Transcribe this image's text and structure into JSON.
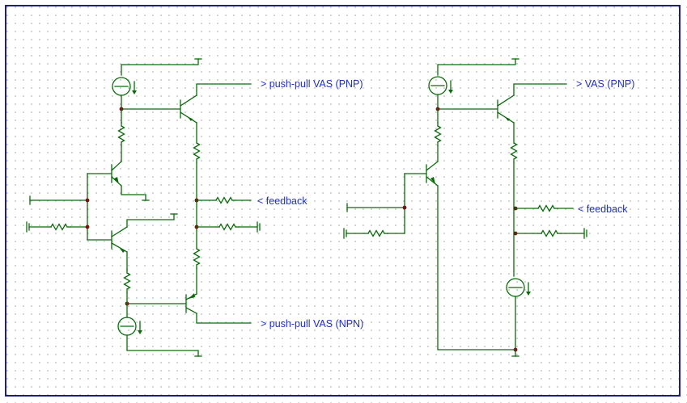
{
  "schematic": {
    "left": {
      "label_vas_pnp": "> push-pull VAS (PNP)",
      "label_feedback": "< feedback",
      "label_vas_npn": "> push-pull VAS (NPN)"
    },
    "right": {
      "label_vas_pnp": "> VAS (PNP)",
      "label_feedback": "< feedback"
    }
  },
  "colors": {
    "wire": "#0b6b0b",
    "label": "#1f2fc8",
    "frame": "#1c1c8c",
    "junction": "#7a1010"
  }
}
